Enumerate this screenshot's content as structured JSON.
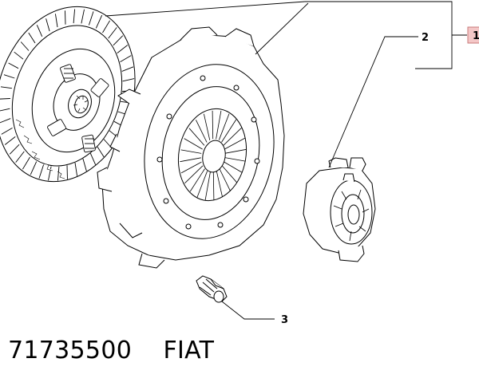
{
  "callouts": [
    {
      "label": "1"
    },
    {
      "label": "2"
    },
    {
      "label": "3"
    }
  ],
  "caption": {
    "part_number": "71735500",
    "brand": "FIAT"
  },
  "colors": {
    "line": "#000000",
    "tag_fill": "#f4c7c7",
    "tag_stroke": "#c77a7a"
  }
}
